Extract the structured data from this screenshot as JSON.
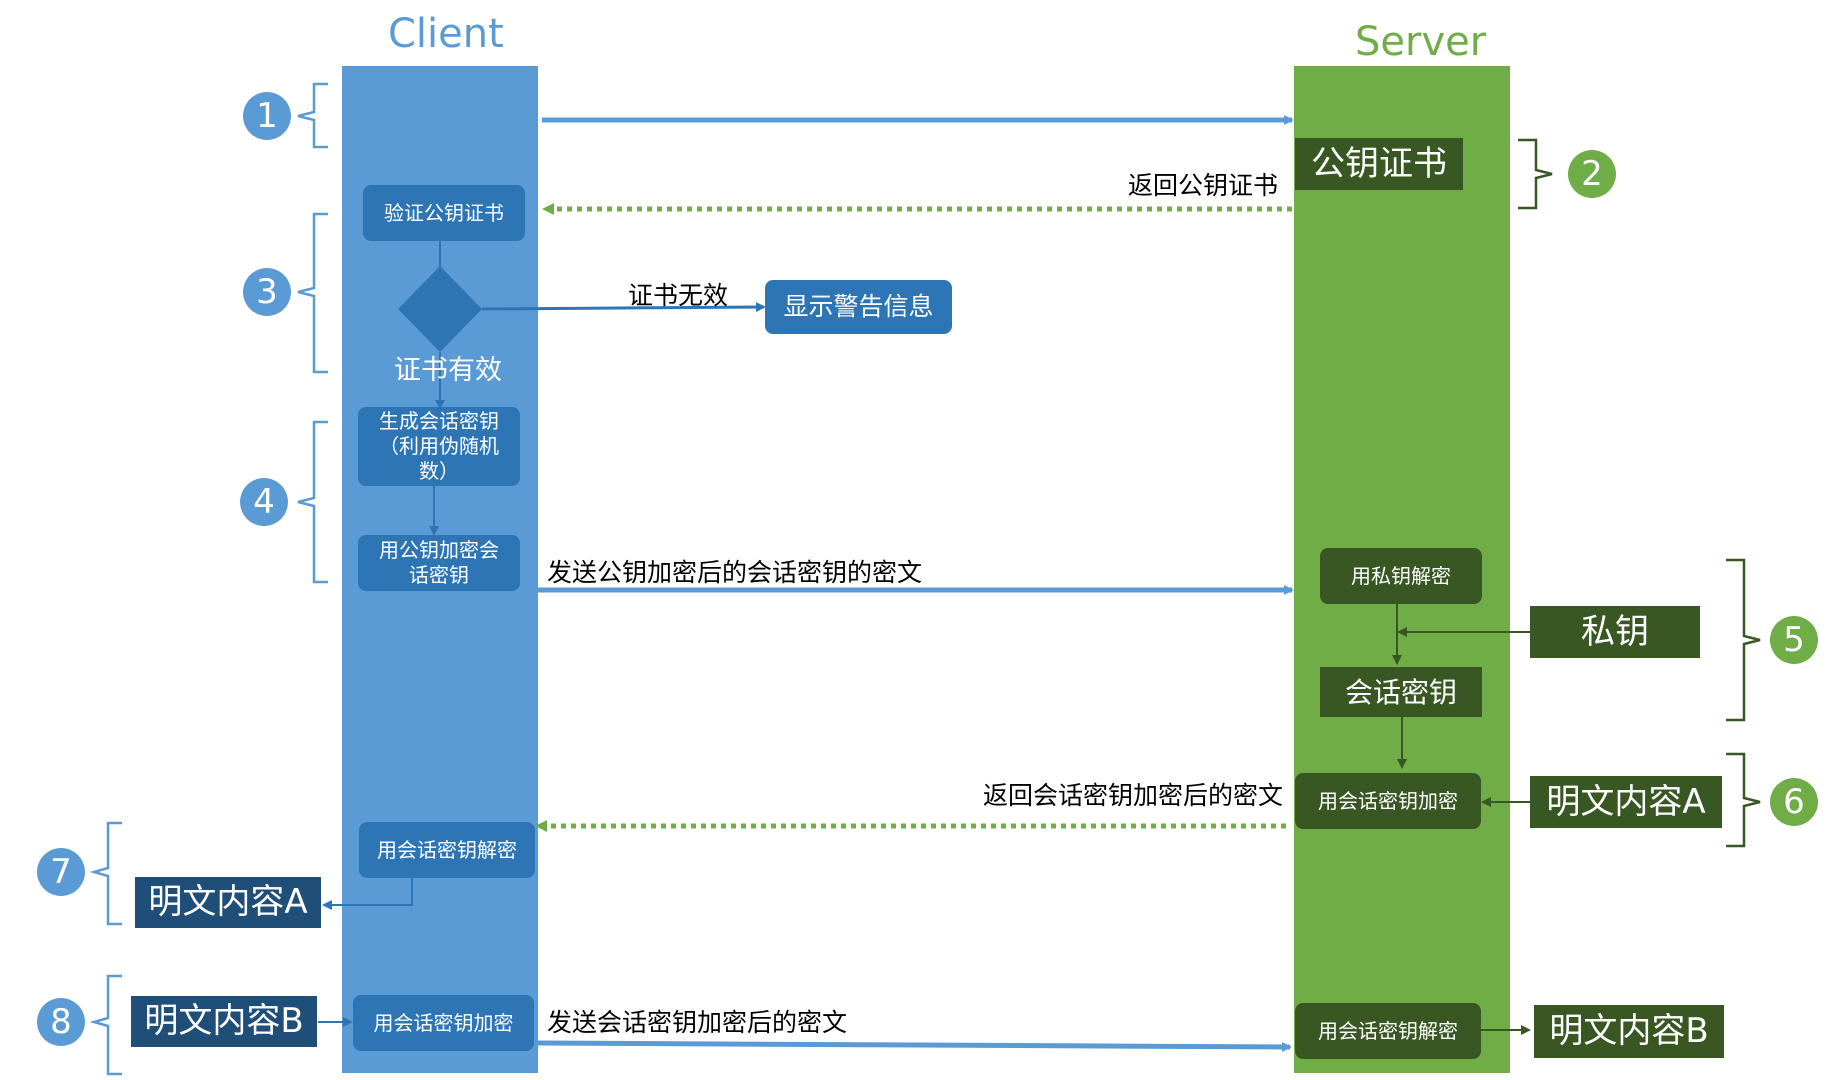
{
  "lanes": {
    "client_title": "Client",
    "server_title": "Server"
  },
  "steps": [
    "1",
    "2",
    "3",
    "4",
    "5",
    "6",
    "7",
    "8"
  ],
  "client": {
    "verify_cert": "验证公钥证书",
    "cert_valid": "证书有效",
    "gen_session_key": "生成会话密钥\n（利用伪随机\n数）",
    "encrypt_with_pubkey": "用公钥加密会\n话密钥",
    "decrypt_with_session_key": "用会话密钥解密",
    "encrypt_with_session_key": "用会话密钥加密",
    "plaintext_a": "明文内容A",
    "plaintext_b": "明文内容B"
  },
  "server": {
    "pubkey_cert": "公钥证书",
    "decrypt_with_privkey": "用私钥解密",
    "private_key": "私钥",
    "session_key": "会话密钥",
    "encrypt_with_session_key": "用会话密钥加密",
    "plaintext_a": "明文内容A",
    "decrypt_with_session_key": "用会话密钥解密",
    "plaintext_b": "明文内容B"
  },
  "messages": {
    "return_pubkey_cert": "返回公钥证书",
    "cert_invalid": "证书无效",
    "show_warning": "显示警告信息",
    "send_encrypted_session_key": "发送公钥加密后的会话密钥的密文",
    "return_session_encrypted": "返回会话密钥加密后的密文",
    "send_session_encrypted": "发送会话密钥加密后的密文"
  },
  "colors": {
    "client_lane": "#5b9bd5",
    "server_lane": "#70ad47",
    "client_box": "#2e75b6",
    "server_box": "#385723",
    "plaintext_box": "#1f4e79",
    "arrow_blue": "#5b9bd5",
    "arrow_green": "#70ad47"
  }
}
